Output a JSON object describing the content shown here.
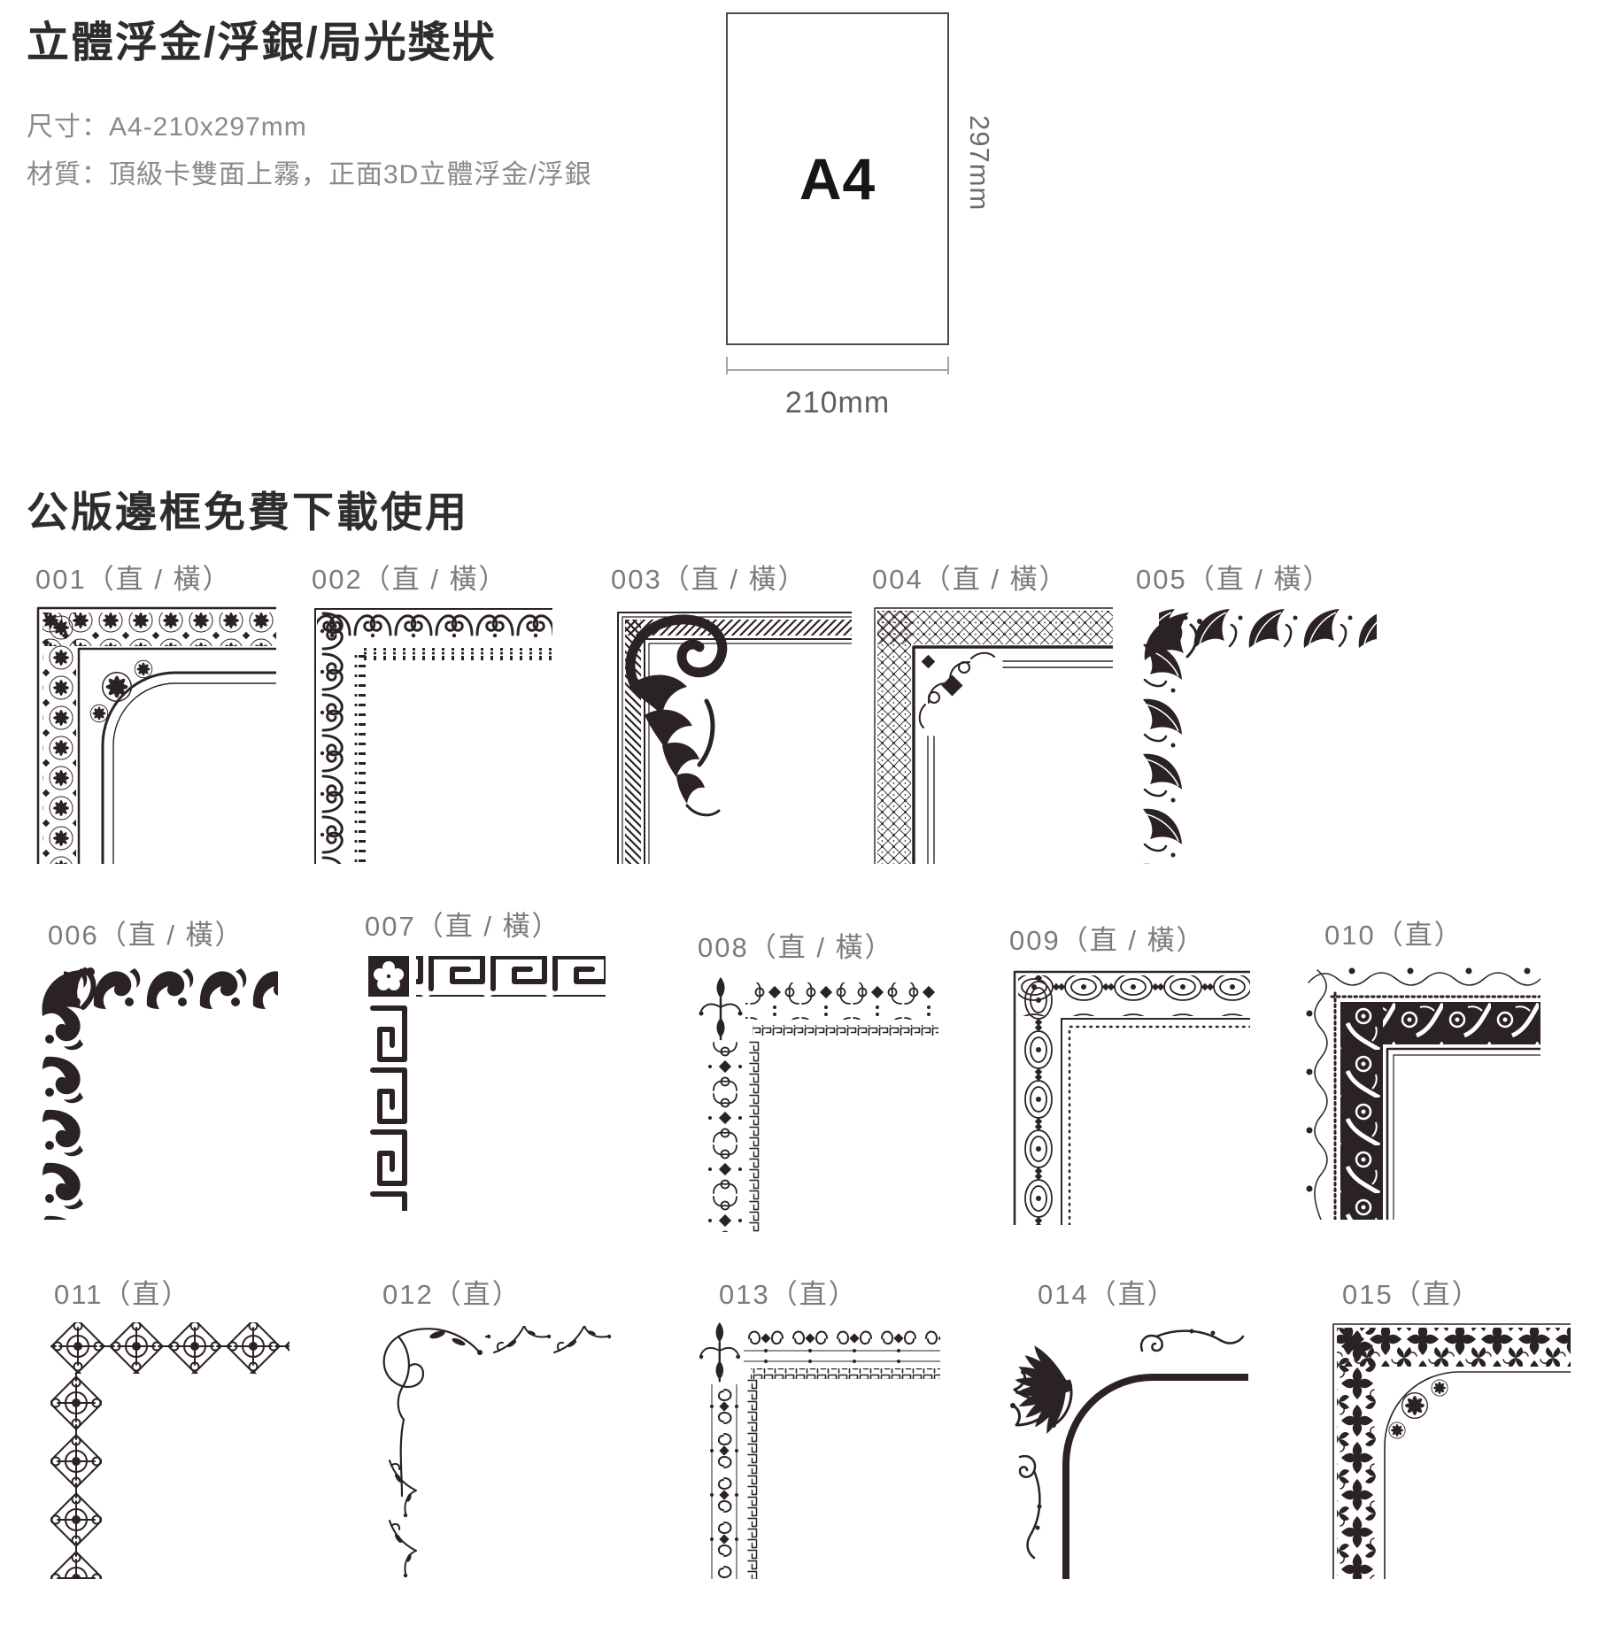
{
  "header": {
    "title": "立體浮金/浮銀/局光獎狀",
    "size_line": "尺寸：A4-210x297mm",
    "material_line": "材質：頂級卡雙面上霧，正面3D立體浮金/浮銀"
  },
  "paper_diagram": {
    "paper_label": "A4",
    "height_label": "297mm",
    "width_label": "210mm"
  },
  "section_title": "公版邊框免費下載使用",
  "borders": [
    {
      "id": "001",
      "orientation": "直/橫",
      "label": "001（直 / 橫）"
    },
    {
      "id": "002",
      "orientation": "直/橫",
      "label": "002（直 / 橫）"
    },
    {
      "id": "003",
      "orientation": "直/橫",
      "label": "003（直 / 橫）"
    },
    {
      "id": "004",
      "orientation": "直/橫",
      "label": "004（直 / 橫）"
    },
    {
      "id": "005",
      "orientation": "直/橫",
      "label": "005（直 / 橫）"
    },
    {
      "id": "006",
      "orientation": "直/橫",
      "label": "006（直 / 橫）"
    },
    {
      "id": "007",
      "orientation": "直/橫",
      "label": "007（直 / 橫）"
    },
    {
      "id": "008",
      "orientation": "直/橫",
      "label": "008（直 / 橫）"
    },
    {
      "id": "009",
      "orientation": "直/橫",
      "label": "009（直 / 橫）"
    },
    {
      "id": "010",
      "orientation": "直",
      "label": "010（直）"
    },
    {
      "id": "011",
      "orientation": "直",
      "label": "011（直）"
    },
    {
      "id": "012",
      "orientation": "直",
      "label": "012（直）"
    },
    {
      "id": "013",
      "orientation": "直",
      "label": "013（直）"
    },
    {
      "id": "014",
      "orientation": "直",
      "label": "014（直）"
    },
    {
      "id": "015",
      "orientation": "直",
      "label": "015（直）"
    }
  ],
  "colors": {
    "ink": "#2b2224",
    "label_gray": "#7b7b7b",
    "title_black": "#2d2d2d"
  }
}
